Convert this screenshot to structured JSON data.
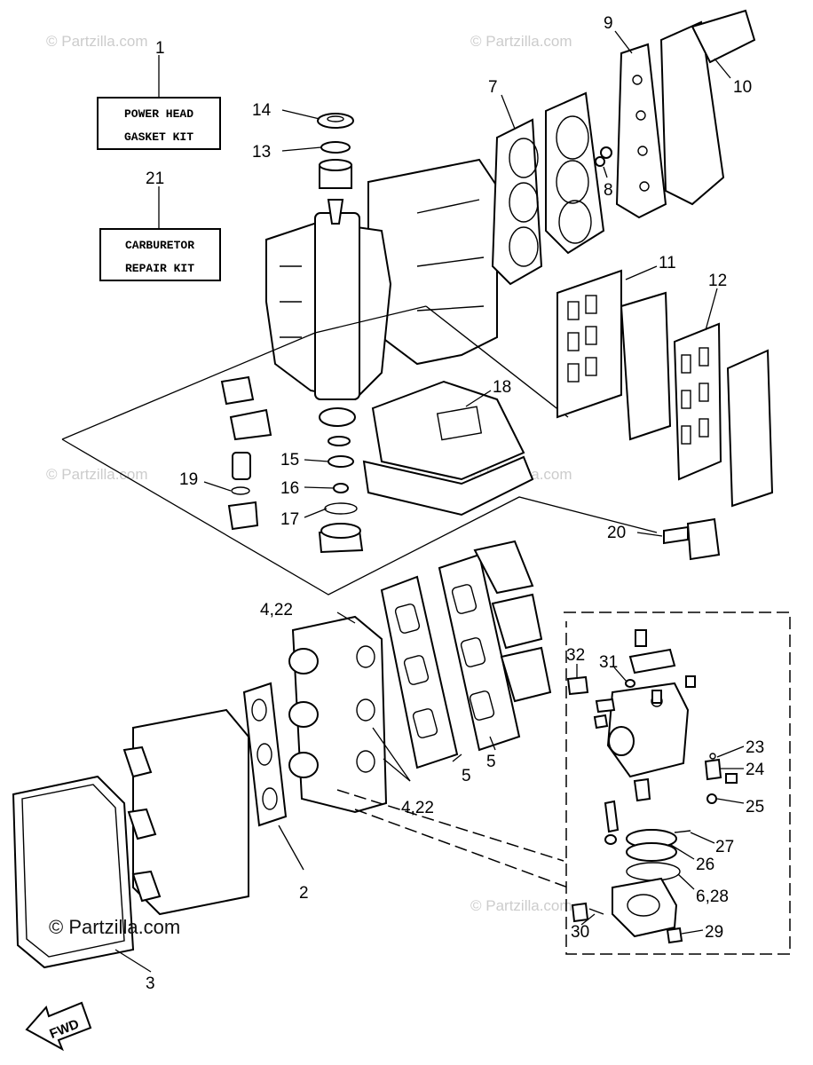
{
  "kits": {
    "power_head": {
      "number": "1",
      "line1": "POWER HEAD",
      "line2": "GASKET KIT"
    },
    "carburetor": {
      "number": "21",
      "line1": "CARBURETOR",
      "line2": "REPAIR KIT"
    }
  },
  "callouts": {
    "c2": "2",
    "c3": "3",
    "c4_22_top": "4,22",
    "c4_22_bottom": "4,22",
    "c5a": "5",
    "c5b": "5",
    "c6_28": "6,28",
    "c7": "7",
    "c8": "8",
    "c9": "9",
    "c10": "10",
    "c11": "11",
    "c12": "12",
    "c13": "13",
    "c14": "14",
    "c15": "15",
    "c16": "16",
    "c17": "17",
    "c18": "18",
    "c19": "19",
    "c20": "20",
    "c23": "23",
    "c24": "24",
    "c25": "25",
    "c26": "26",
    "c27": "27",
    "c29": "29",
    "c30": "30",
    "c31": "31",
    "c32": "32"
  },
  "watermark": {
    "text": "© Partzilla.com",
    "main": "© Partzilla.com"
  },
  "direction": {
    "label": "FWD"
  }
}
